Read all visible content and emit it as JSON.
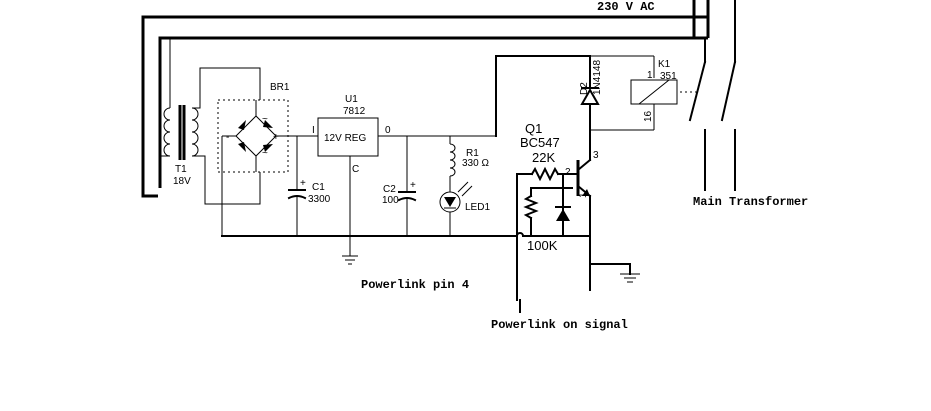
{
  "labels": {
    "mains": "230 V AC",
    "t1_ref": "T1",
    "t1_val": "18V",
    "br1": "BR1",
    "u1_ref": "U1",
    "u1_val": "7812",
    "reg_body": "12V REG",
    "reg_in": "I",
    "reg_out": "0",
    "reg_com": "C",
    "c1_ref": "C1",
    "c1_val": "3300",
    "c2_ref": "C2",
    "c2_val": "100",
    "r1_ref": "R1",
    "r1_val": "330 Ω",
    "led1": "LED1",
    "d2_ref": "D2",
    "d2_val": "1N4148",
    "k1_ref": "K1",
    "k1_val": "351",
    "k1_pin1": "1",
    "k1_pin16": "16",
    "q1_ref": "Q1",
    "q1_val": "BC547",
    "r_base": "22K",
    "q_pin2": "2",
    "q_pin3": "3",
    "q_pin1": "1",
    "r_100k": "100K",
    "main_transformer": "Main Transformer",
    "powerlink_pin4": "Powerlink pin 4",
    "powerlink_signal": "Powerlink on signal",
    "plus1": "+",
    "plus2": "+",
    "plus3": "+",
    "tilde1": "~",
    "tilde2": "~",
    "minus": "-"
  }
}
